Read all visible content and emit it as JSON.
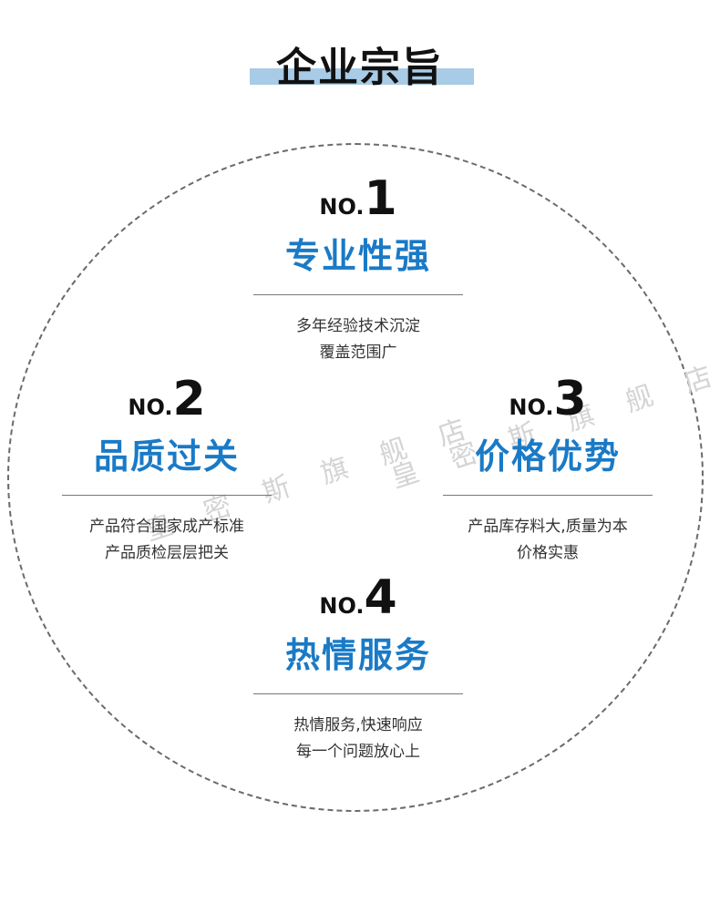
{
  "title": "企业宗旨",
  "watermark": "皇 密 斯 旗 舰 店",
  "items": [
    {
      "pre": "NO.",
      "num": "1",
      "heading": "专业性强",
      "lines": [
        "多年经验技术沉淀",
        "覆盖范围广"
      ]
    },
    {
      "pre": "NO.",
      "num": "2",
      "heading": "品质过关",
      "lines": [
        "产品符合国家成产标准",
        "产品质检层层把关"
      ]
    },
    {
      "pre": "NO.",
      "num": "3",
      "heading": "价格优势",
      "lines": [
        "产品库存料大,质量为本",
        "价格实惠"
      ]
    },
    {
      "pre": "NO.",
      "num": "4",
      "heading": "热情服务",
      "lines": [
        "热情服务,快速响应",
        "每一个问题放心上"
      ]
    }
  ],
  "colors": {
    "accent": "#1a7ac6",
    "title_bar": "#a8cbe6",
    "ring": "#6b6b6b"
  }
}
